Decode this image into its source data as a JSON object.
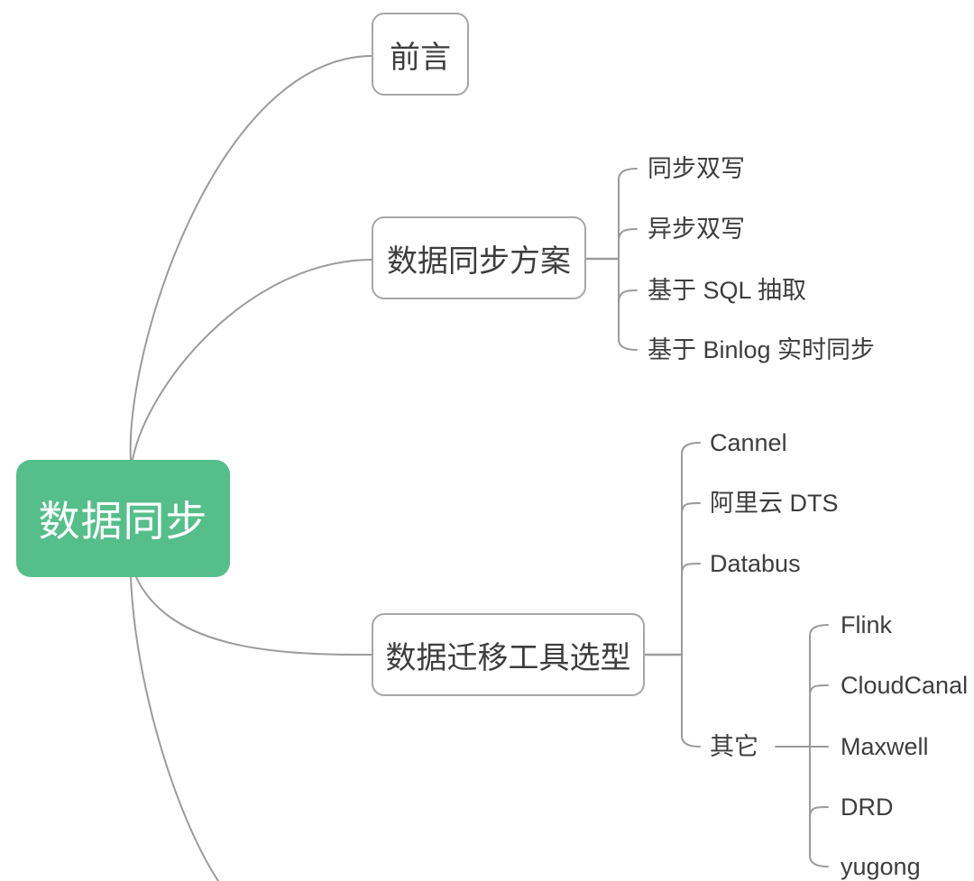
{
  "title": "数据同步 mind map",
  "nodes": {
    "root": "数据同步",
    "preface": "前言",
    "sync_plan": "数据同步方案",
    "tool_selection": "数据迁移工具选型",
    "other": "其它",
    "sync_plan_children": [
      "同步双写",
      "异步双写",
      "基于 SQL 抽取",
      "基于 Binlog 实时同步"
    ],
    "tool_children": [
      "Cannel",
      "阿里云 DTS",
      "Databus"
    ],
    "other_children": [
      "Flink",
      "CloudCanal",
      "Maxwell",
      "DRD",
      "yugong"
    ]
  },
  "colors": {
    "root_bg": "#56BE8B",
    "root_text": "#FFFFFF",
    "node_border": "#A6A6A6",
    "node_text": "#3D3D3D",
    "leaf_text": "#3D3D3D",
    "line": "#9B9B9B"
  }
}
